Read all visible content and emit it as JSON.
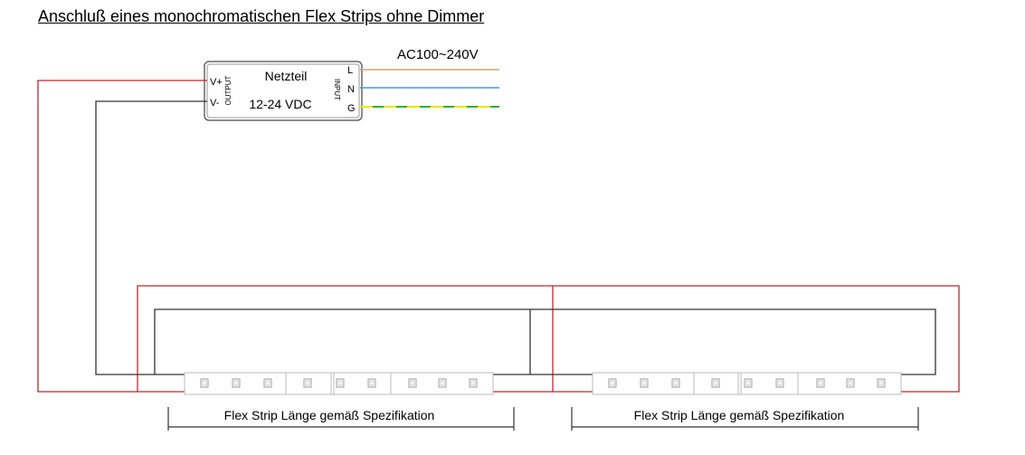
{
  "title": "Anschluß eines monochromatischen Flex Strips ohne Dimmer",
  "psu": {
    "name": "Netzteil",
    "voltage": "12-24 VDC",
    "output_label": "OUTPUT",
    "input_label": "INPUT",
    "v_plus": "V+",
    "v_minus": "V-",
    "terminal_l": "L",
    "terminal_n": "N",
    "terminal_g": "G"
  },
  "ac_label": "AC100~240V",
  "strips": [
    {
      "dimension_label": "Flex Strip Länge gemäß Spezifikation"
    },
    {
      "dimension_label": "Flex Strip Länge gemäß Spezifikation"
    }
  ],
  "colors": {
    "positive_wire": "#c0262b",
    "negative_wire": "#333333",
    "live_wire": "#d9a36b",
    "neutral_wire": "#3d9fd6",
    "ground_yellow": "#e6e600",
    "ground_green": "#2db32d"
  }
}
